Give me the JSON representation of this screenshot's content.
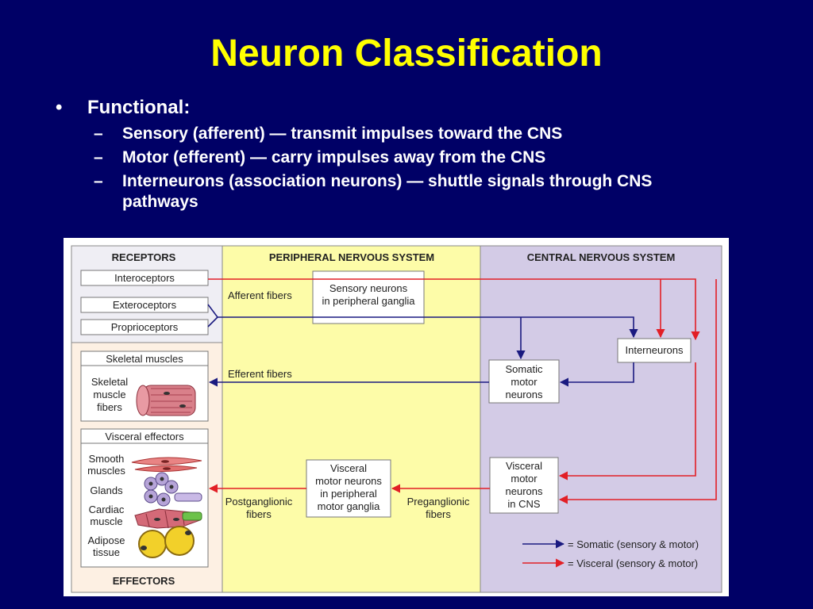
{
  "slide": {
    "title": "Neuron Classification",
    "bullet_main": "Functional:",
    "sub_bullets": [
      "Sensory (afferent) — transmit impulses toward the CNS",
      "Motor (efferent) — carry impulses away from the CNS",
      "Interneurons (association neurons) — shuttle signals through CNS",
      "pathways"
    ]
  },
  "diagram": {
    "columns": {
      "receptors": "RECEPTORS",
      "pns": "PERIPHERAL NERVOUS SYSTEM",
      "cns": "CENTRAL NERVOUS SYSTEM",
      "effectors": "EFFECTORS"
    },
    "receptors": [
      "Interoceptors",
      "Exteroceptors",
      "Proprioceptors"
    ],
    "pns_labels": {
      "afferent": "Afferent fibers",
      "efferent": "Efferent fibers",
      "postganglionic": [
        "Postganglionic",
        "fibers"
      ],
      "preganglionic": [
        "Preganglionic",
        "fibers"
      ]
    },
    "sensory_neurons": [
      "Sensory neurons",
      "in peripheral ganglia"
    ],
    "visceral_ganglia": [
      "Visceral",
      "motor neurons",
      "in peripheral",
      "motor ganglia"
    ],
    "interneurons": "Interneurons",
    "somatic_motor": [
      "Somatic",
      "motor",
      "neurons"
    ],
    "visceral_cns": [
      "Visceral",
      "motor",
      "neurons",
      "in CNS"
    ],
    "skeletal": {
      "header": "Skeletal muscles",
      "label": [
        "Skeletal",
        "muscle",
        "fibers"
      ]
    },
    "visceral_effectors": {
      "header": "Visceral effectors",
      "smooth": [
        "Smooth",
        "muscles"
      ],
      "glands": "Glands",
      "cardiac": [
        "Cardiac",
        "muscle"
      ],
      "adipose": [
        "Adipose",
        "tissue"
      ]
    },
    "legend": {
      "somatic": "= Somatic (sensory & motor)",
      "visceral": "= Visceral (sensory & motor)"
    },
    "colors": {
      "somatic": "#1a1a80",
      "visceral": "#e21f26",
      "receptors_bg": "#efeef4",
      "pns_bg": "#fdfca8",
      "cns_bg": "#d3cbe6",
      "effectors_bg": "#fdf0e3"
    }
  }
}
